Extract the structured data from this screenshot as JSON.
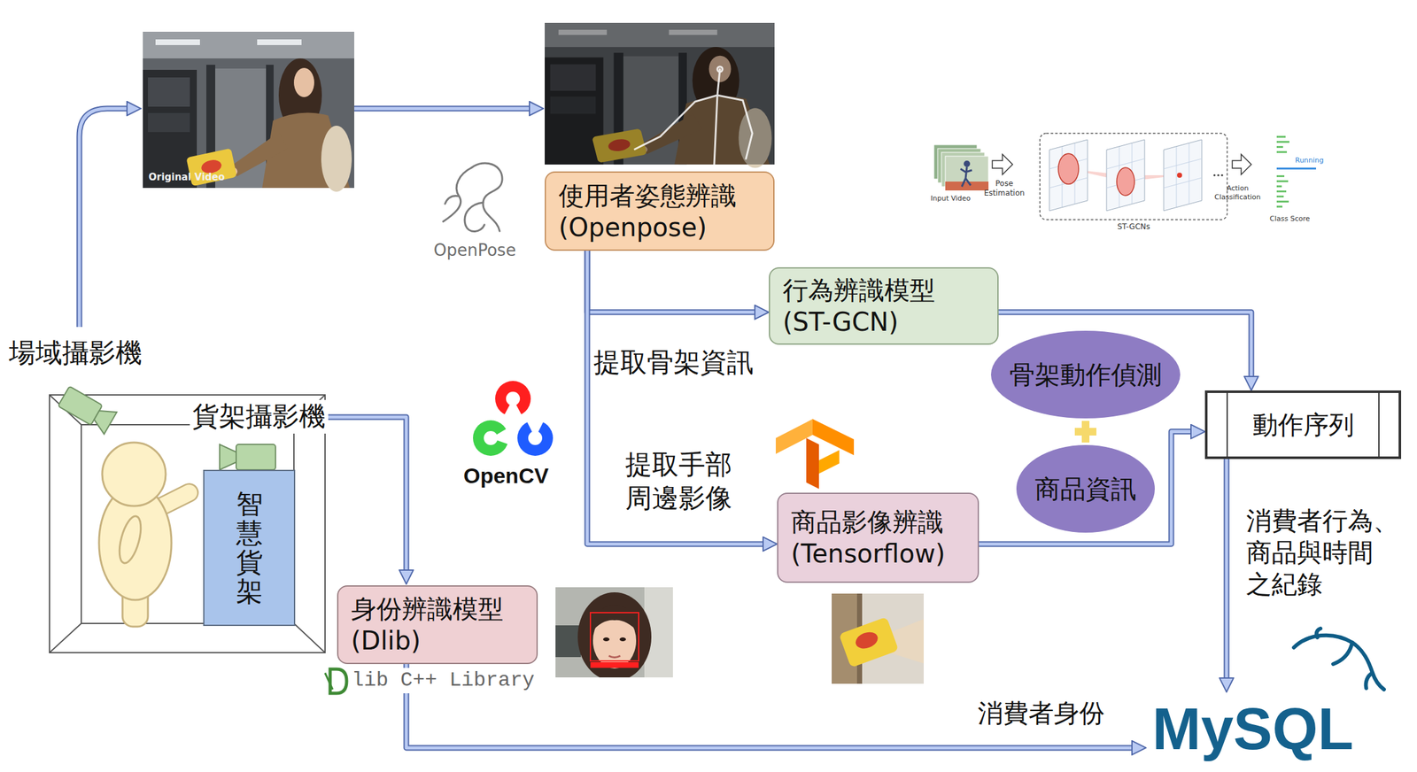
{
  "diagram": {
    "nodes": [
      {
        "text": [
          "使用者姿態辨識 (Openpose)"
        ]
      },
      {
        "text": [
          "行為辨識模型 (ST-GCN)"
        ]
      },
      {
        "text": [
          "骨架動作偵測"
        ]
      },
      {
        "text": [
          "商品資訊"
        ]
      },
      {
        "text": [
          "商品影像辨識 (Tensorflow)"
        ]
      },
      {
        "text": [
          "動作序列"
        ]
      },
      {
        "text": [
          "智慧貨架"
        ]
      },
      {
        "text": [
          "身份辨識模型 (Dlib)"
        ]
      },
      {
        "text": [
          "MySQL"
        ]
      }
    ],
    "edges": [
      {
        "from": 0,
        "to": 1,
        "arrow": "to",
        "label": "提取骨架資訊"
      },
      {
        "from": 0,
        "to": 4,
        "arrow": "to",
        "label": "提取手部 周邊影像"
      },
      {
        "from": 1,
        "to": 5,
        "arrow": "to"
      },
      {
        "from": 4,
        "to": 5,
        "arrow": "to"
      },
      {
        "from": 5,
        "to": 8,
        "arrow": "to",
        "label": "消費者行為、 商品與時間 之紀錄"
      },
      {
        "from": 7,
        "to": 8,
        "arrow": "to",
        "label": "消費者身份"
      }
    ],
    "labels": [
      "場域攝影機",
      "貨架攝影機",
      "Original Video",
      "OpenPose",
      "Input Video",
      "Pose Estimation",
      "ST-GCNs",
      "Action Classification",
      "Class Score",
      "Running",
      "OpenCV",
      "lib C++ Library"
    ]
  }
}
